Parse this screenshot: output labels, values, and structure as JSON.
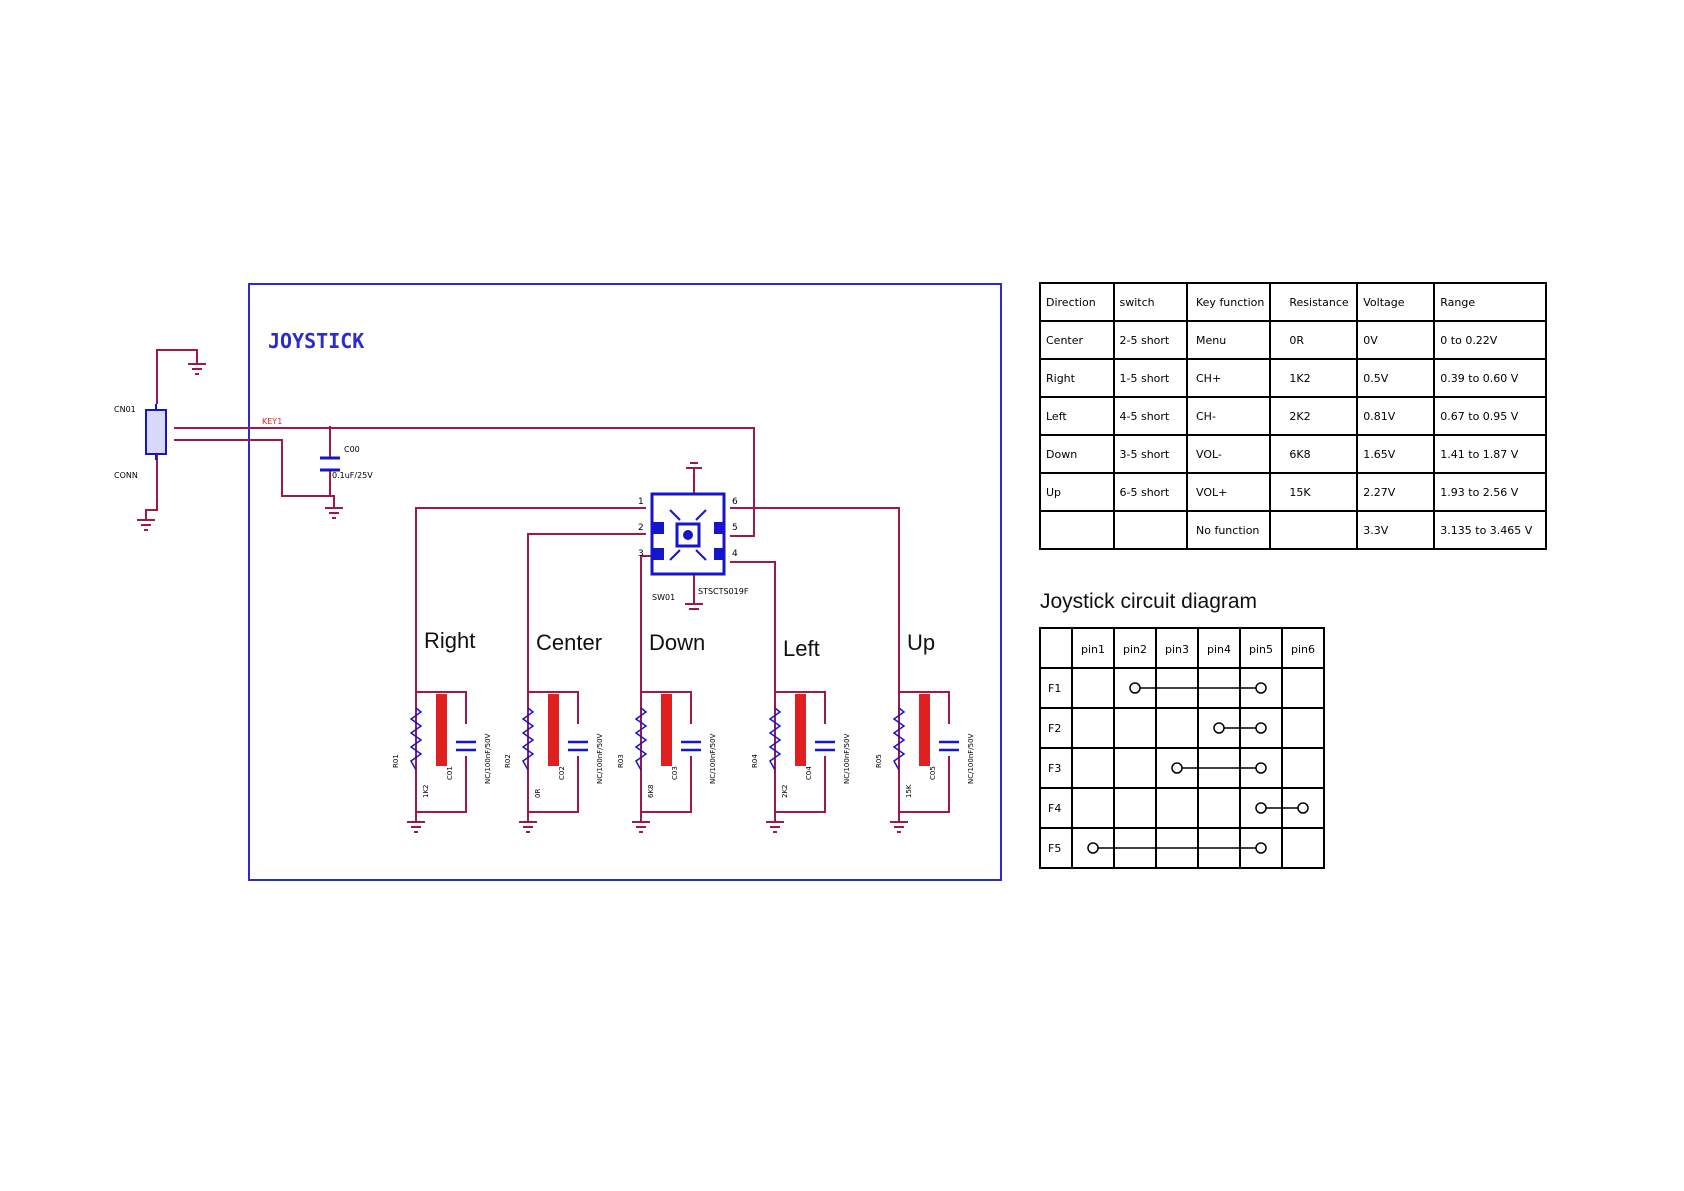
{
  "colors": {
    "frame": "#2b2bd0",
    "wire": "#a01848",
    "component": "#e02020",
    "chip": "#1515cc",
    "text": "#000000"
  },
  "schematic": {
    "title": "JOYSTICK",
    "net_label": "KEY1",
    "connector_ref": "CN01",
    "connector_value": "CONN",
    "capacitor_ref": "C00",
    "capacitor_value": "0.1uF/25V",
    "switch_ref": "SW01",
    "switch_value": "STSCTS019F",
    "pin_numbers_left": [
      "1",
      "2",
      "3"
    ],
    "pin_numbers_right": [
      "6",
      "5",
      "4"
    ],
    "branches": [
      {
        "label": "Right",
        "res_ref": "R01",
        "res_value": "1K2",
        "cap_ref": "C01",
        "cap_value": "NC/100nF/50V"
      },
      {
        "label": "Center",
        "res_ref": "R02",
        "res_value": "0R",
        "cap_ref": "C02",
        "cap_value": "NC/100nF/50V"
      },
      {
        "label": "Down",
        "res_ref": "R03",
        "res_value": "6K8",
        "cap_ref": "C03",
        "cap_value": "NC/100nF/50V"
      },
      {
        "label": "Left",
        "res_ref": "R04",
        "res_value": "2K2",
        "cap_ref": "C04",
        "cap_value": "NC/100nF/50V"
      },
      {
        "label": "Up",
        "res_ref": "R05",
        "res_value": "15K",
        "cap_ref": "C05",
        "cap_value": "NC/100nF/50V"
      }
    ]
  },
  "direction_table": {
    "headers": [
      "Direction",
      "switch",
      "Key function",
      "Resistance",
      "Voltage",
      "Range"
    ],
    "rows": [
      [
        "Center",
        "2-5 short",
        "Menu",
        "0R",
        "0V",
        "0 to 0.22V"
      ],
      [
        "Right",
        "1-5 short",
        "CH+",
        "1K2",
        "0.5V",
        "0.39 to 0.60 V"
      ],
      [
        "Left",
        "4-5 short",
        "CH-",
        "2K2",
        "0.81V",
        "0.67 to 0.95 V"
      ],
      [
        "Down",
        "3-5 short",
        "VOL-",
        "6K8",
        "1.65V",
        "1.41 to 1.87 V"
      ],
      [
        "Up",
        "6-5 short",
        "VOL+",
        "15K",
        "2.27V",
        "1.93 to 2.56 V"
      ],
      [
        "",
        "",
        "No function",
        "",
        "3.3V",
        "3.135 to 3.465 V"
      ]
    ]
  },
  "pin_caption": "Joystick circuit diagram",
  "pin_table": {
    "columns": [
      "pin1",
      "pin2",
      "pin3",
      "pin4",
      "pin5",
      "pin6"
    ],
    "rows": [
      {
        "label": "F1",
        "from": 2,
        "to": 5
      },
      {
        "label": "F2",
        "from": 4,
        "to": 5
      },
      {
        "label": "F3",
        "from": 3,
        "to": 5
      },
      {
        "label": "F4",
        "from": 5,
        "to": 6
      },
      {
        "label": "F5",
        "from": 1,
        "to": 5
      }
    ]
  }
}
